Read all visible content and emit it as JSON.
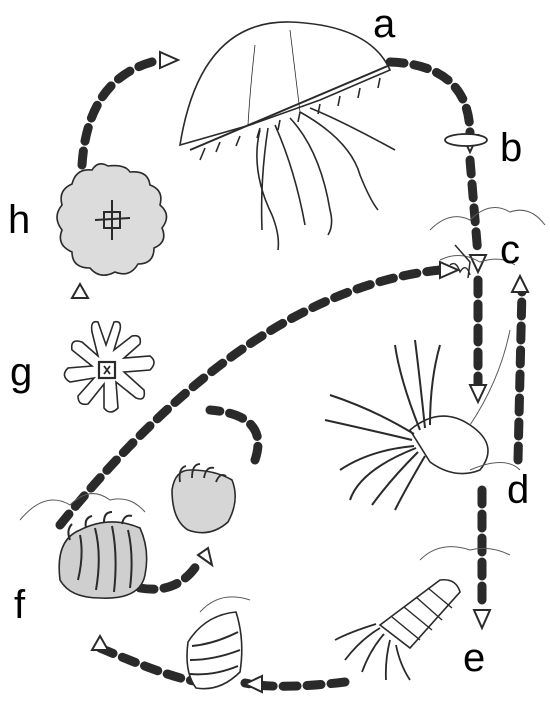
{
  "figure": {
    "stage_labels": {
      "a": "a",
      "b": "b",
      "c": "c",
      "d": "d",
      "e": "e",
      "f": "f",
      "g": "g",
      "h": "h"
    },
    "colors": {
      "ink": "#000000",
      "line": "#2a2a2a",
      "arrow_fill": "#ffffff",
      "tint": "#d9d9d9",
      "background": "#ffffff"
    }
  }
}
